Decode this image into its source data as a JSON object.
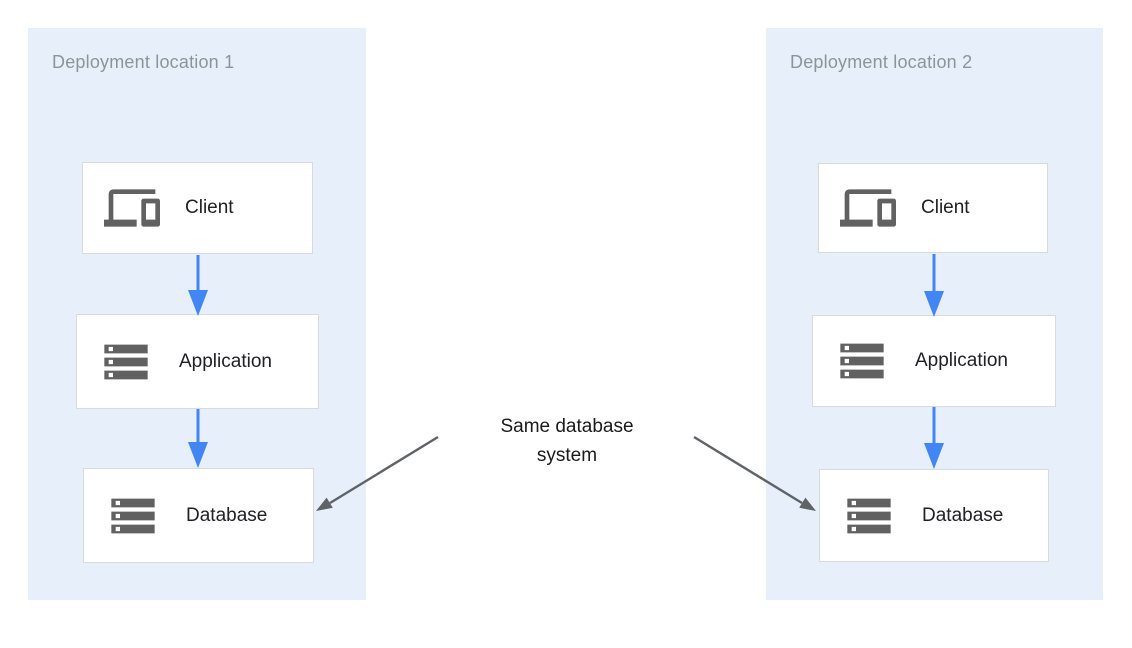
{
  "diagram_title": "",
  "colors": {
    "page_bg": "#ffffff",
    "panel_bg": "#e7f0fa",
    "box_bg": "#ffffff",
    "box_border": "#d8dadc",
    "panel_title": "#8e9397",
    "box_label": "#202124",
    "annotation_text": "#1a1a1a",
    "flow_arrow": "#4285f4",
    "annotation_arrow": "#5f6368",
    "icon_color": "#616161"
  },
  "panels": [
    {
      "title": "Deployment location 1",
      "nodes": [
        {
          "label": "Client",
          "icon": "devices-icon"
        },
        {
          "label": "Application",
          "icon": "server-stack-icon"
        },
        {
          "label": "Database",
          "icon": "server-stack-icon"
        }
      ],
      "flow": [
        "Client -> Application",
        "Application -> Database"
      ]
    },
    {
      "title": "Deployment location 2",
      "nodes": [
        {
          "label": "Client",
          "icon": "devices-icon"
        },
        {
          "label": "Application",
          "icon": "server-stack-icon"
        },
        {
          "label": "Database",
          "icon": "server-stack-icon"
        }
      ],
      "flow": [
        "Client -> Application",
        "Application -> Database"
      ]
    }
  ],
  "annotation": {
    "line1": "Same database",
    "line2": "system",
    "points_to": [
      "Database (location 1)",
      "Database (location 2)"
    ]
  }
}
